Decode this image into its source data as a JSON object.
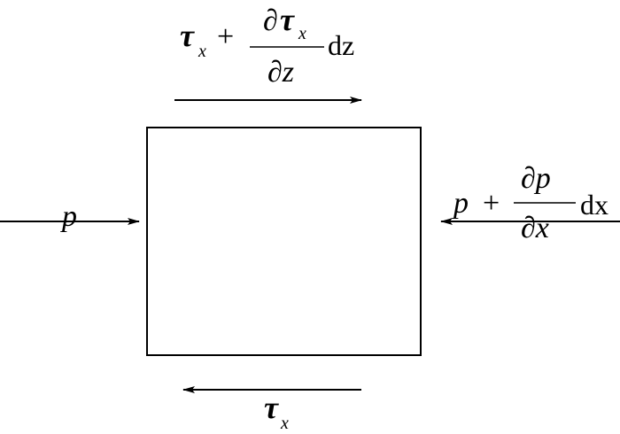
{
  "title": "Force balance on fluid element",
  "top_label": {
    "base": "τ",
    "sub": "x",
    "plus": "+",
    "num_d": "∂",
    "num_var": "τ",
    "num_sub": "x",
    "den": "∂z",
    "diff": "dz"
  },
  "left_label": {
    "var": "p"
  },
  "right_label": {
    "base": "p",
    "plus": "+",
    "num": "∂p",
    "den": "∂x",
    "diff": "dx"
  },
  "bottom_label": {
    "base": "τ",
    "sub": "x"
  },
  "colors": {
    "stroke": "#000000",
    "background": "#ffffff"
  }
}
